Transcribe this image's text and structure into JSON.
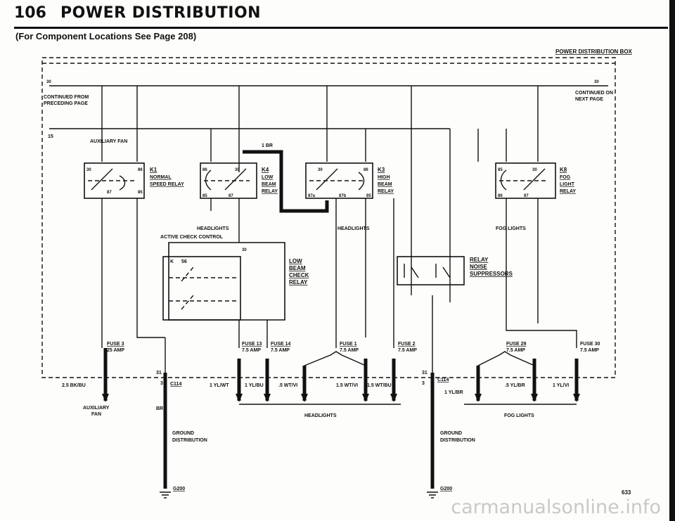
{
  "header": {
    "page_number": "106",
    "title": "POWER DISTRIBUTION",
    "subtitle": "(For Component Locations See Page 208)"
  },
  "diagram": {
    "box_title": "POWER DISTRIBUTION BOX",
    "terminal_30_left": "30",
    "terminal_30_right": "30",
    "terminal_15": "15",
    "continued_from": [
      "CONTINUED FROM",
      "PRECEDING PAGE"
    ],
    "continued_on": [
      "CONTINUED ON",
      "NEXT PAGE"
    ],
    "aux_fan_label": "AUXILIARY FAN",
    "k1": {
      "id": "K1",
      "name": [
        "NORMAL",
        "SPEED RELAY"
      ],
      "pins": [
        "30",
        "86",
        "87",
        "85"
      ]
    },
    "k4": {
      "id": "K4",
      "name": [
        "LOW",
        "BEAM",
        "RELAY"
      ],
      "pins": [
        "86",
        "30",
        "85",
        "87"
      ]
    },
    "k3": {
      "id": "K3",
      "name": [
        "HIGH",
        "BEAM",
        "RELAY"
      ],
      "pins": [
        "30",
        "86",
        "87a",
        "87b",
        "85"
      ]
    },
    "k8": {
      "id": "K8",
      "name": [
        "FOG",
        "LIGHT",
        "RELAY"
      ],
      "pins": [
        "85",
        "30",
        "86",
        "87"
      ]
    },
    "wire_1br": "1 BR",
    "headlights_label": "HEADLIGHTS",
    "fog_lights_label": "FOG LIGHTS",
    "active_check": "ACTIVE CHECK CONTROL",
    "k56": {
      "id": "K",
      "num": "56",
      "pin": "30",
      "name": [
        "LOW",
        "BEAM",
        "CHECK",
        "RELAY"
      ]
    },
    "suppressors": [
      "RELAY",
      "NOISE",
      "SUPPRESSORS"
    ],
    "fuses": [
      {
        "name": "FUSE 3",
        "amp": "25 AMP"
      },
      {
        "name": "FUSE 13",
        "amp": "7.5 AMP"
      },
      {
        "name": "FUSE 14",
        "amp": "7.5 AMP"
      },
      {
        "name": "FUSE 1",
        "amp": "7.5 AMP"
      },
      {
        "name": "FUSE 2",
        "amp": "7.5 AMP"
      },
      {
        "name": "FUSE 29",
        "amp": "7.5 AMP"
      },
      {
        "name": "FUSE 30",
        "amp": "7.5 AMP"
      }
    ],
    "wires": {
      "bk_bu": "2.5 BK/BU",
      "yl_wt": "1 YL/WT",
      "yl_bu": "1 YL/BU",
      "wt_vi": ".5 WT/VI",
      "wt_vi_15": "1.5 WT/VI",
      "wt_bu_15": "1.5 WT/BU",
      "yl_br": "1 YL/BR",
      "yl_br_5": ".5 YL/BR",
      "yl_vi": "1 YL/VI",
      "br": "BR"
    },
    "aux_fan_bottom": [
      "AUXILIARY",
      "FAN"
    ],
    "headlights_bottom": "HEADLIGHTS",
    "fog_lights_bottom": "FOG LIGHTS",
    "c114_left": "C114",
    "c114_right": "C114",
    "pin_31": "31",
    "pin_3": "3",
    "ground_dist": [
      "GROUND",
      "DISTRIBUTION"
    ],
    "g200": "G200",
    "page_ref": "633"
  },
  "watermark": "carmanualsonline.info"
}
